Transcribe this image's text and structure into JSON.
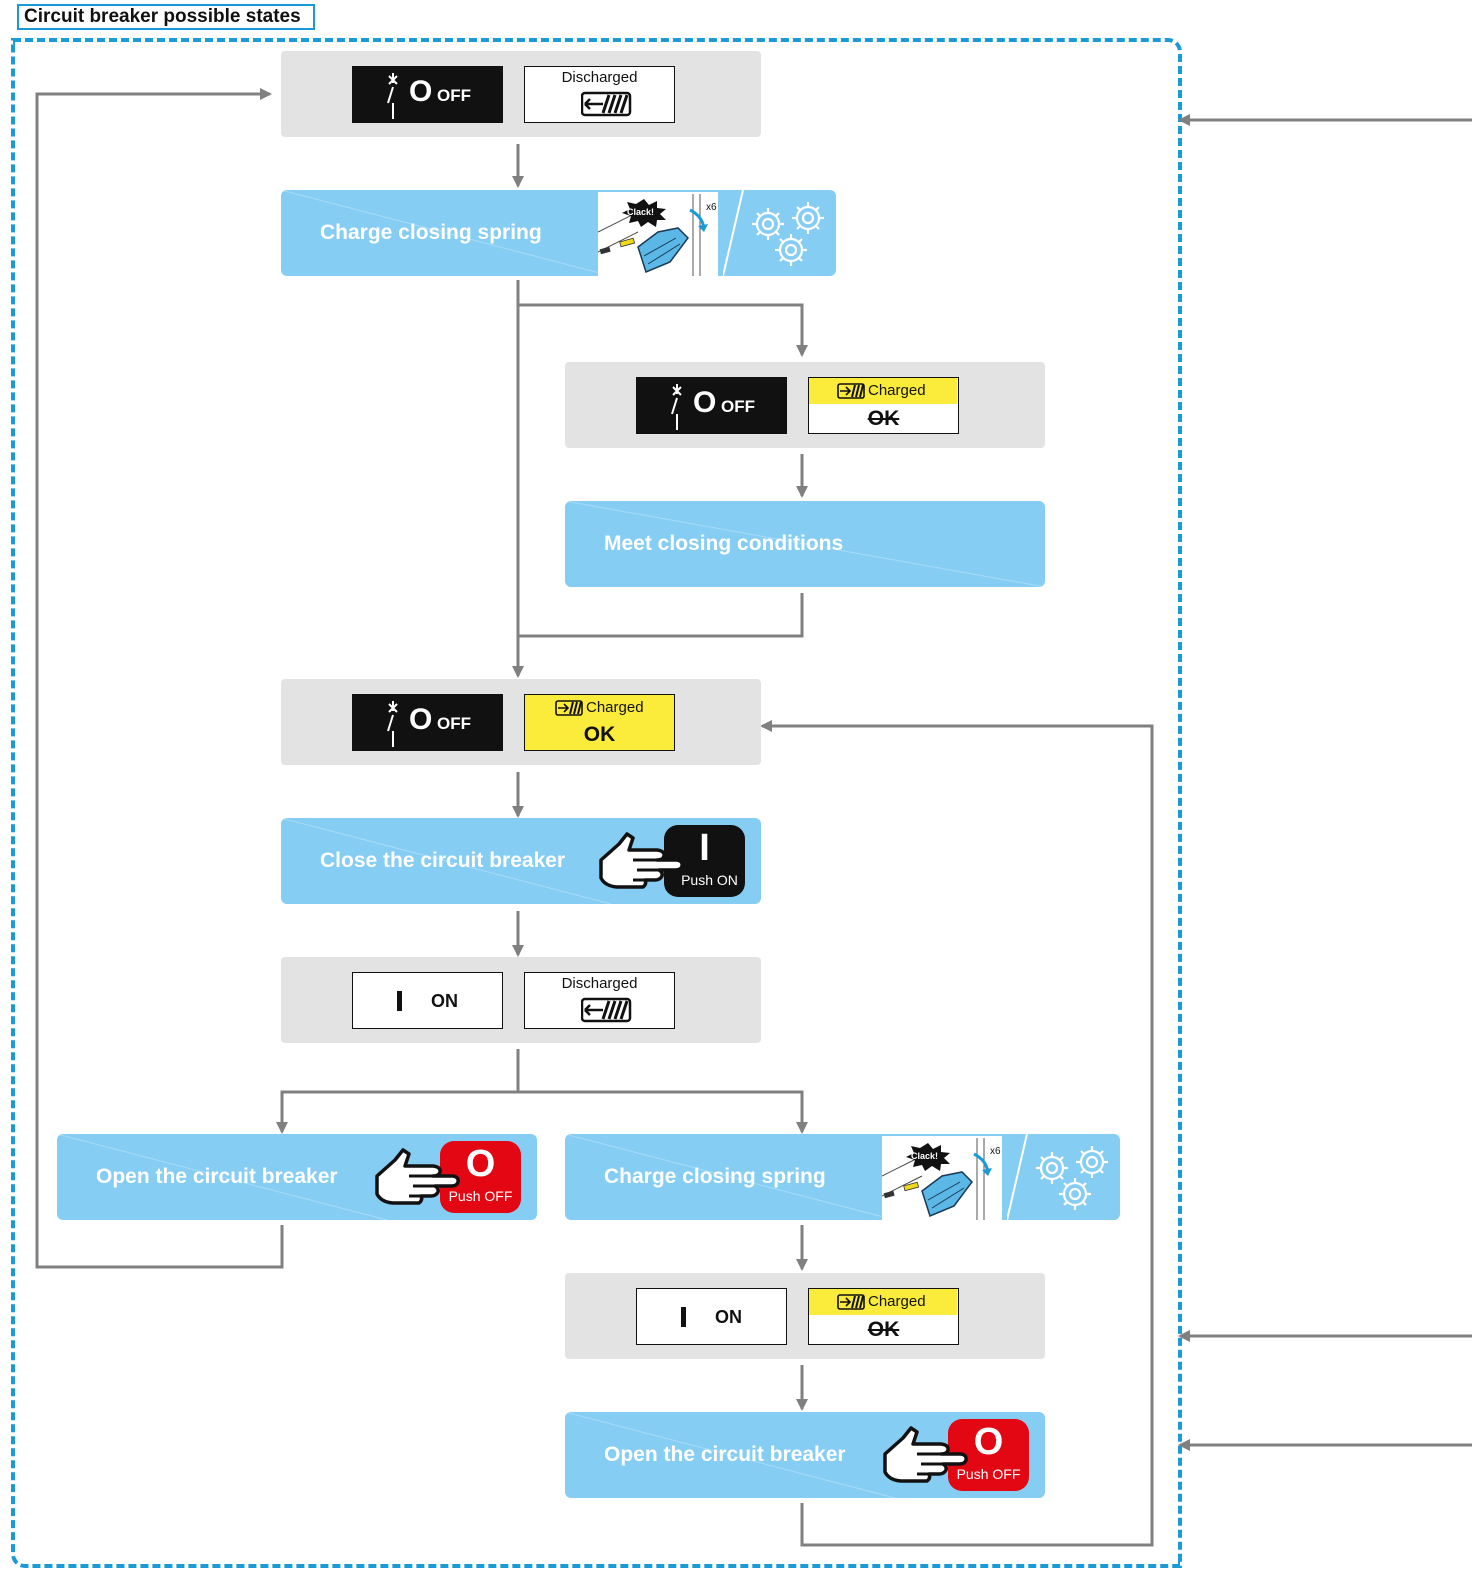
{
  "title": "Circuit breaker possible states",
  "labels": {
    "off": "OFF",
    "on": "ON",
    "o_symbol": "O",
    "i_symbol": "I",
    "discharged": "Discharged",
    "charged": "Charged",
    "ok": "OK",
    "not_ok": "OK",
    "clack": "Clack!",
    "x6": "x6",
    "push_on": "Push ON",
    "push_off": "Push OFF"
  },
  "actions": {
    "charge_spring_1": "Charge closing spring",
    "meet_conditions": "Meet closing conditions",
    "close_breaker": "Close the circuit breaker",
    "open_breaker_1": "Open the circuit breaker",
    "charge_spring_2": "Charge closing spring",
    "open_breaker_2": "Open the circuit breaker"
  },
  "colors": {
    "frame": "#1a9ad6",
    "action_bg": "#86cdf3",
    "state_bg": "#e3e3e3",
    "charged_yellow": "#fbeb3a",
    "push_off_red": "#e30613",
    "connector": "#808080"
  },
  "icons": {
    "pointing_hand": "pointing-hand-icon",
    "gears": "gears-icon",
    "spring_charge": "spring-charge-illustration"
  }
}
